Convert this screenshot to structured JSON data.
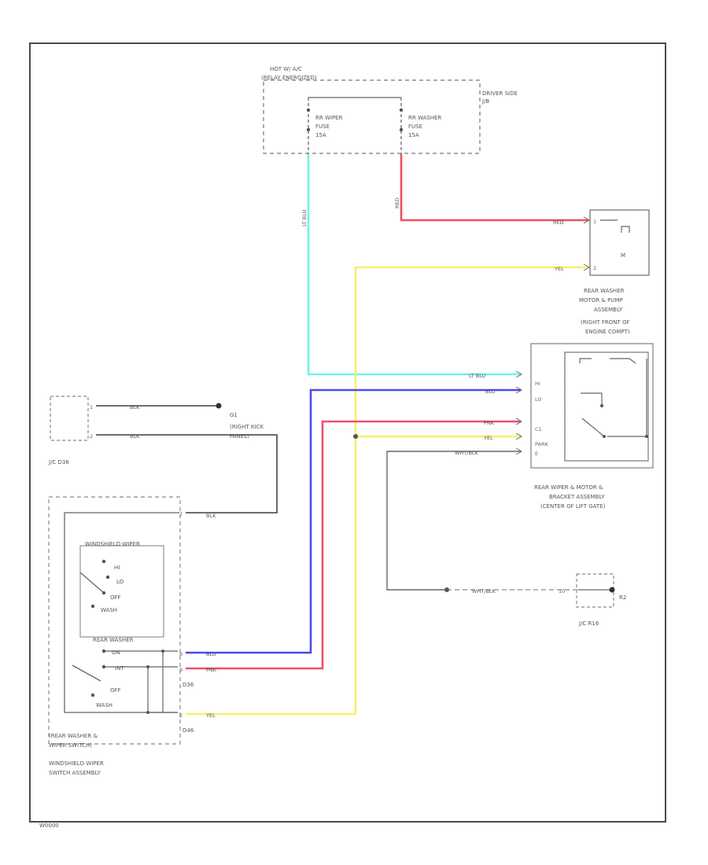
{
  "colors": {
    "lt_blu": "#6ef2ef",
    "red": "#f0505a",
    "yel": "#f6f06a",
    "blu": "#4a4af0",
    "pnk": "#f04e6e",
    "blk": "#5a5a5a",
    "frame": "#4a4a4a"
  },
  "relay_box": {
    "title_line1": "HOT W/ A/C",
    "title_line2": "(RELAY ENERGIZED)",
    "jb_line1": "DRIVER SIDE",
    "jb_line2": "J/B"
  },
  "fuses": [
    {
      "line1": "RR WIPER",
      "line2": "FUSE",
      "line3": "15A"
    },
    {
      "line1": "RR WASHER",
      "line2": "FUSE",
      "line3": "15A"
    }
  ],
  "wires": {
    "lt_blu_vertical": "LT BLU",
    "red_vertical": "RED",
    "lt_blu_right": "LT BLU",
    "red_right": "RED",
    "yel_right": "YEL",
    "blu_right": "BLU",
    "pnk_right": "PNK",
    "yel_motor": "YEL",
    "wht_blk_motor": "WHT/BLK",
    "wht_blk_bottom": "WHT/BLK",
    "blk_g_top": "BLK",
    "blk_g_bottom": "BLK",
    "blk_switch": "BLK",
    "blu_switch": "BLU",
    "pnk_switch": "PNK",
    "yel_switch": "YEL"
  },
  "washer_motor": {
    "line1": "REAR WASHER",
    "line2": "MOTOR & PUMP",
    "line3": "ASSEMBLY",
    "line4": "(RIGHT FRONT OF",
    "line5": "ENGINE COMPT)",
    "m": "M"
  },
  "wiper_motor": {
    "line1": "REAR WIPER & MOTOR &",
    "line2": "BRACKET ASSEMBLY",
    "line3": "(CENTER OF LIFT GATE)",
    "pins": [
      "HI",
      "LO",
      "C1",
      "PARK",
      "E"
    ]
  },
  "ground_g": {
    "label": "G1",
    "line1": "(RIGHT KICK",
    "line2": "PANEL)"
  },
  "jc_left": {
    "label": "J/C D36"
  },
  "jc_bottom": {
    "label": "J/C R16",
    "ground": "R2"
  },
  "switch": {
    "washer_title": "WINDSHIELD WIPER",
    "hi": "HI",
    "lo": "LO",
    "off": "OFF",
    "wash": "WASH",
    "rear_title": "REAR WASHER",
    "rear_on": "ON",
    "rear_int": "INT",
    "rear_off": "OFF",
    "rear_wash": "WASH",
    "assy_line1": "(REAR WASHER &",
    "assy_line2": "WIPER SWITCH)",
    "ws_line1": "WINDSHIELD WIPER",
    "ws_line2": "SWITCH ASSEMBLY",
    "conn1": "D36",
    "conn2": "D46"
  },
  "footer_code": "W0000"
}
